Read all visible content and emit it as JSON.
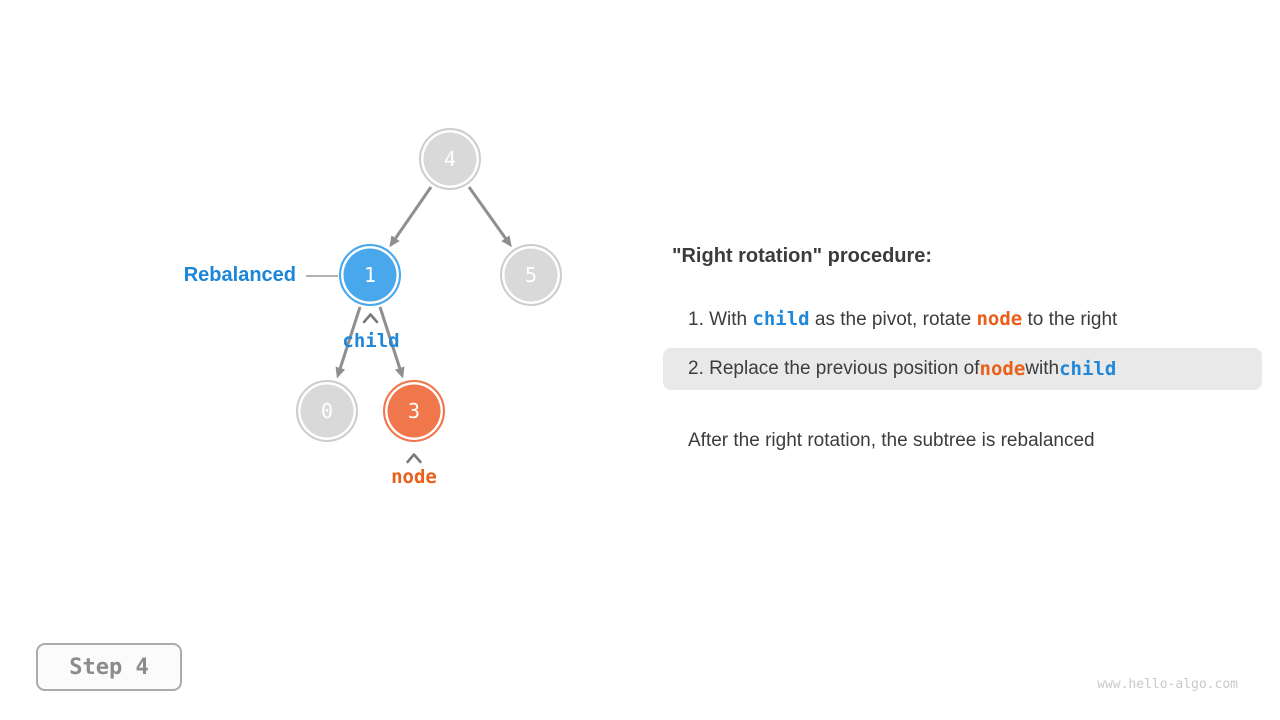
{
  "tree": {
    "nodes": [
      {
        "value": "4",
        "state": "default"
      },
      {
        "value": "1",
        "state": "rebalanced-highlight"
      },
      {
        "value": "5",
        "state": "default"
      },
      {
        "value": "0",
        "state": "default"
      },
      {
        "value": "3",
        "state": "node-highlight"
      }
    ],
    "rebalanced_label": "Rebalanced",
    "child_label": "child",
    "node_label": "node"
  },
  "panel": {
    "title": "\"Right rotation\" procedure:",
    "steps": [
      {
        "highlighted": false,
        "segments": [
          "1. With ",
          "child",
          " as the pivot, rotate ",
          "node",
          " to the right"
        ]
      },
      {
        "highlighted": true,
        "segments": [
          "2. Replace the previous position of ",
          "node",
          " with ",
          "child"
        ]
      }
    ],
    "footnote": "After the right rotation, the subtree is rebalanced"
  },
  "step_indicator": "Step 4",
  "watermark": "www.hello-algo.com",
  "colors": {
    "node_blue": "#49A7EC",
    "node_orange": "#F0764B",
    "node_gray_fill": "#D9D9D9",
    "node_gray_border": "#CDCDCD",
    "code_blue": "#2187D8",
    "code_orange": "#E8601A",
    "label_blue": "#1B85D8",
    "body_text": "#3C3C3C",
    "edge_gray": "#8F8F8F",
    "highlight_bg": "#E9E9E9"
  }
}
